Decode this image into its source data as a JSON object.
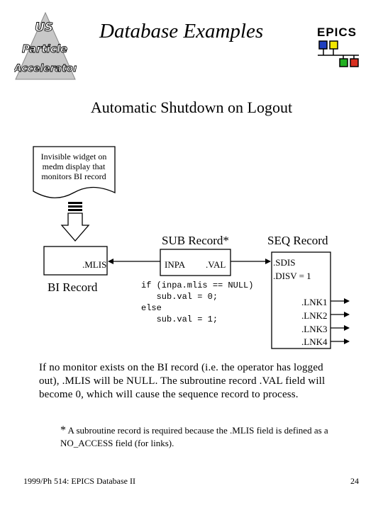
{
  "logo": {
    "alt_lines": [
      "US",
      "Particle",
      "Accelerator"
    ]
  },
  "header": {
    "title": "Database Examples",
    "epics_label": "EPICS"
  },
  "subtitle": "Automatic Shutdown on Logout",
  "diagram": {
    "widget_text": "Invisible widget on medm display that monitors BI record",
    "bi_field": ".MLIS",
    "bi_label": "BI Record",
    "sub_label": "SUB Record*",
    "sub_inpa": "INPA",
    "sub_val": ".VAL",
    "code": "if (inpa.mlis == NULL)\n   sub.val = 0;\nelse\n   sub.val = 1;",
    "seq_label": "SEQ Record",
    "seq_sdis": ".SDIS",
    "seq_disv": ".DISV = 1",
    "seq_links": [
      ".LNK1",
      ".LNK2",
      ".LNK3",
      ".LNK4"
    ]
  },
  "description": "If no monitor exists on the BI record (i.e. the operator has logged out), .MLIS will be NULL. The subroutine record .VAL field will become 0, which will cause the sequence record to process.",
  "footnote": {
    "star": "*",
    "text": " A subroutine record is required because the .MLIS field is defined as a NO_ACCESS field (for links)."
  },
  "footer": {
    "left": "1999/Ph 514: EPICS Database II",
    "page": "24"
  },
  "colors": {
    "logo_triangle": "#c8c8c8",
    "epics_blue": "#1f3fbf",
    "epics_yellow": "#f2e600",
    "epics_green": "#22b022",
    "epics_red": "#d83020"
  }
}
